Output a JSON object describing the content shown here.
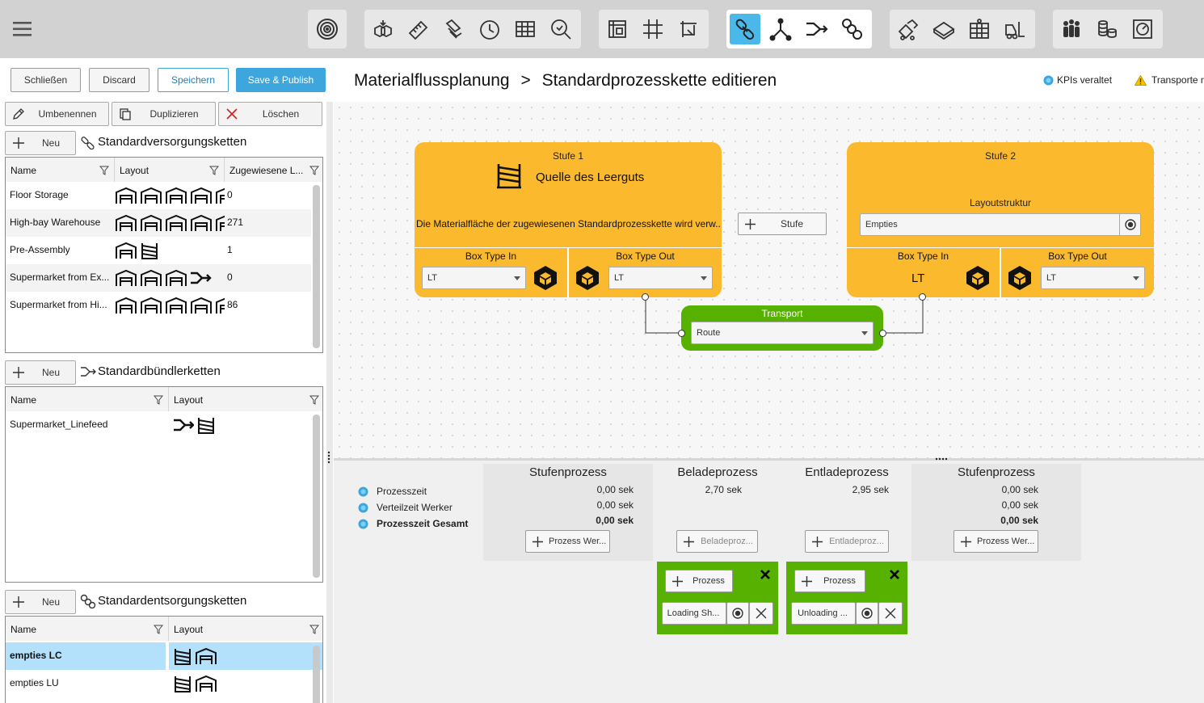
{
  "toolbar": {
    "menu_icon": "hamburger-icon",
    "groups": [
      {
        "icons": [
          "target-icon"
        ]
      },
      {
        "icons": [
          "boxes-import-icon",
          "ruler-icon",
          "layers-icon",
          "clock-icon",
          "grid-calc-icon",
          "search-zoom-icon"
        ]
      },
      {
        "icons": [
          "floorplan-icon",
          "grid-icon",
          "area-edit-icon"
        ]
      },
      {
        "icons": [
          "chain-link-icon",
          "merge-nodes-icon",
          "bundle-arrow-icon",
          "chain-disposal-icon"
        ],
        "active": 0
      },
      {
        "icons": [
          "forklift-loading-icon",
          "pallet-icon",
          "shelf-icon",
          "forklift-icon"
        ]
      },
      {
        "icons": [
          "people-icon",
          "coins-icon",
          "gauge-icon"
        ]
      }
    ]
  },
  "actions": {
    "close": "Schließen",
    "discard": "Discard",
    "save": "Speichern",
    "save_publish": "Save & Publish"
  },
  "breadcrumb": {
    "root": "Materialflussplanung",
    "separator": ">",
    "current": "Standardprozesskette editieren"
  },
  "status": {
    "kpi": "KPIs veraltet",
    "transport": "Transporte ni"
  },
  "left": {
    "rename": "Umbenennen",
    "duplicate": "Duplizieren",
    "delete": "Löschen",
    "new_label": "Neu",
    "supply": {
      "title": "Standardversorgungsketten",
      "columns": [
        "Name",
        "Layout",
        "Zugewiesene L..."
      ],
      "rows": [
        {
          "name": "Floor Storage",
          "value": "0"
        },
        {
          "name": "High-bay Warehouse",
          "value": "271"
        },
        {
          "name": "Pre-Assembly",
          "value": "1"
        },
        {
          "name": "Supermarket from Ex...",
          "value": "0"
        },
        {
          "name": "Supermarket from Hi...",
          "value": "86"
        }
      ]
    },
    "bundle": {
      "title": "Standardbündlerketten",
      "columns": [
        "Name",
        "Layout"
      ],
      "rows": [
        {
          "name": "Supermarket_Linefeed"
        }
      ]
    },
    "disposal": {
      "title": "Standardentsorgungsketten",
      "columns": [
        "Name",
        "Layout"
      ],
      "rows": [
        {
          "name": "empties LC",
          "selected": true
        },
        {
          "name": "empties LU"
        }
      ]
    }
  },
  "canvas": {
    "stage1": {
      "title": "Stufe 1",
      "source": "Quelle des Leerguts",
      "description": "Die Materialfläche der zugewiesenen Standardprozesskette wird verw...",
      "box_in_label": "Box Type In",
      "box_out_label": "Box Type Out",
      "box_in_value": "LT",
      "box_out_value": "LT"
    },
    "add_stage": "Stufe",
    "stage2": {
      "title": "Stufe 2",
      "layout_label": "Layoutstruktur",
      "layout_value": "Empties",
      "box_in_label": "Box Type In",
      "box_out_label": "Box Type Out",
      "box_in_value": "LT",
      "box_out_value": "LT"
    },
    "transport": {
      "title": "Transport",
      "value": "Route"
    }
  },
  "process": {
    "labels": [
      "Prozesszeit",
      "Verteilzeit Werker",
      "Prozesszeit Gesamt"
    ],
    "columns": [
      {
        "title": "Stufenprozess",
        "values": [
          "0,00 sek",
          "0,00 sek",
          "0,00 sek"
        ],
        "button": "Prozess Wer..."
      },
      {
        "title": "Beladeprozess",
        "values": [
          "2,70 sek"
        ],
        "button": "Beladeproz..."
      },
      {
        "title": "Entladeprozess",
        "values": [
          "2,95 sek"
        ],
        "button": "Entladeproz..."
      },
      {
        "title": "Stufenprozess",
        "values": [
          "0,00 sek",
          "0,00 sek",
          "0,00 sek"
        ],
        "button": "Prozess Wer..."
      }
    ],
    "loading": {
      "add": "Prozess",
      "item": "Loading Sh..."
    },
    "unloading": {
      "add": "Prozess",
      "item": "Unloading ..."
    }
  },
  "colors": {
    "accent": "#3da6dc",
    "stage": "#fbb92e",
    "transport": "#56b100",
    "toolbar": "#d2d2d2",
    "selected_row": "#b3e1fb"
  }
}
